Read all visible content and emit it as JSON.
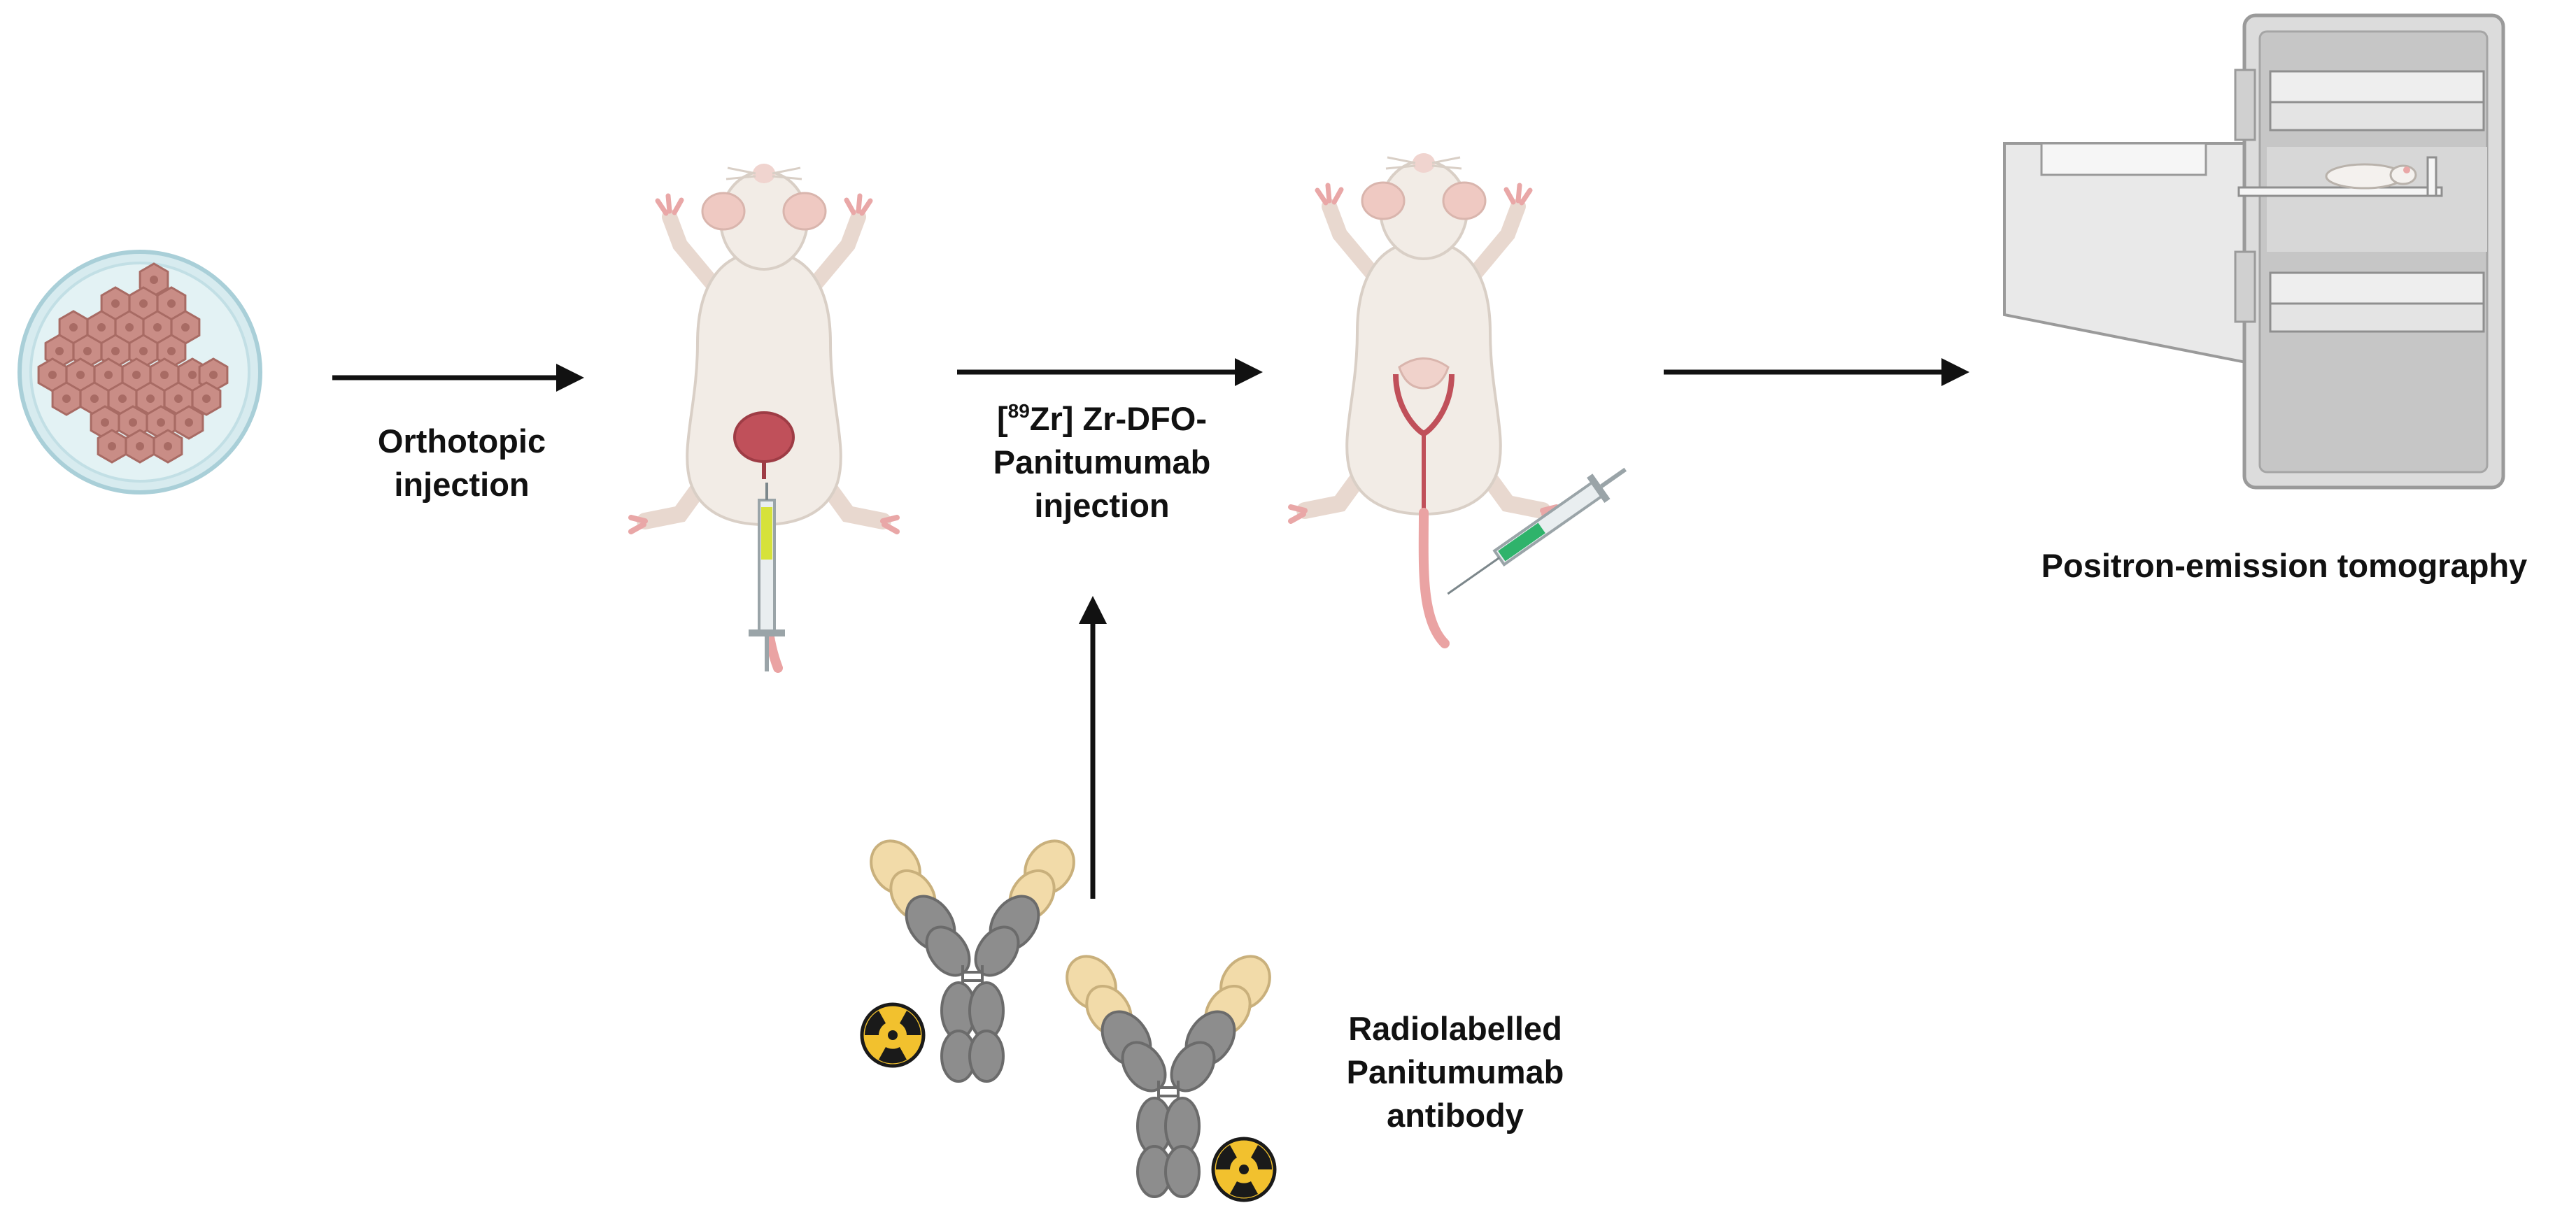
{
  "labels": {
    "orthotopic": [
      "Orthotopic",
      "injection"
    ],
    "zr_injection": {
      "bracket_open": "[",
      "isotope_mass": "89",
      "isotope_rest": "Zr] Zr-DFO-",
      "line2": "Panitumumab",
      "line3": "injection"
    },
    "pet": "Positron-emission tomography",
    "antibody": [
      "Radiolabelled",
      "Panitumumab",
      "antibody"
    ]
  },
  "icons": {
    "petri_dish": "petri-dish-cells-icon",
    "mouse_1": "mouse-orthotopic-icon",
    "mouse_2": "mouse-tail-vein-injection-icon",
    "syringe_yellow": "syringe-yellow-icon",
    "syringe_green": "syringe-green-icon",
    "pet_scanner": "pet-scanner-icon",
    "antibody": "antibody-icon",
    "radiation": "radiation-icon"
  },
  "colors": {
    "cells": "#c98d86",
    "dish": "#cfe7ec",
    "mouse_body": "#f2ece6",
    "bladder": "#c0505a",
    "tail": "#eaa3a3",
    "syringe_yellow": "#d6e23a",
    "syringe_green": "#2fb36b",
    "antibody_grey": "#8d8d8d",
    "antibody_tip": "#f2dba9",
    "radiation_yellow": "#f2c12e",
    "arrow": "#111111"
  }
}
